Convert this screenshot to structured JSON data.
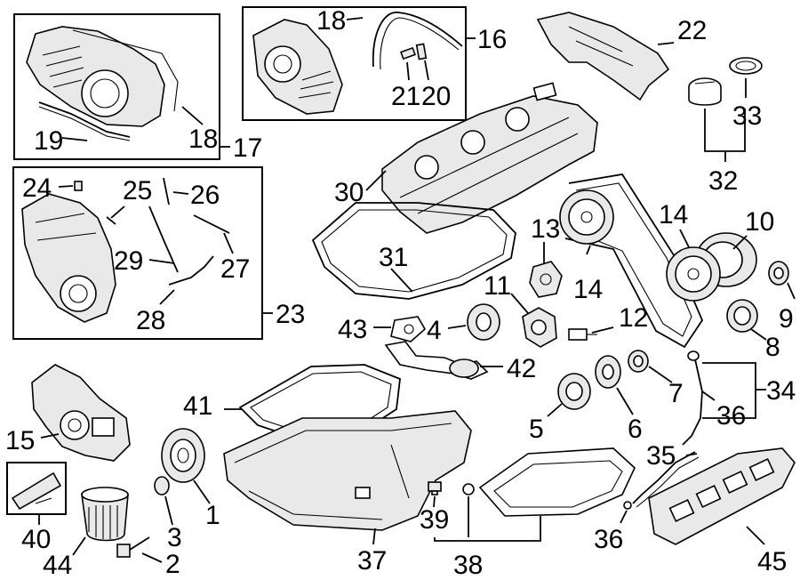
{
  "callouts": {
    "c1": "1",
    "c2": "2",
    "c3": "3",
    "c4": "4",
    "c5": "5",
    "c6": "6",
    "c7": "7",
    "c8": "8",
    "c9": "9",
    "c10": "10",
    "c11": "11",
    "c12": "12",
    "c13": "13",
    "c14a": "14",
    "c14b": "14",
    "c15": "15",
    "c16": "16",
    "c17": "17",
    "c18a": "18",
    "c18b": "18",
    "c19": "19",
    "c20": "20",
    "c21": "21",
    "c22": "22",
    "c23": "23",
    "c24": "24",
    "c25": "25",
    "c26": "26",
    "c27": "27",
    "c28": "28",
    "c29": "29",
    "c30": "30",
    "c31": "31",
    "c32": "32",
    "c33": "33",
    "c34": "34",
    "c35": "35",
    "c36a": "36",
    "c36b": "36",
    "c37": "37",
    "c38": "38",
    "c39": "39",
    "c40": "40",
    "c41": "41",
    "c42": "42",
    "c43": "43",
    "c44": "44",
    "c45": "45"
  }
}
